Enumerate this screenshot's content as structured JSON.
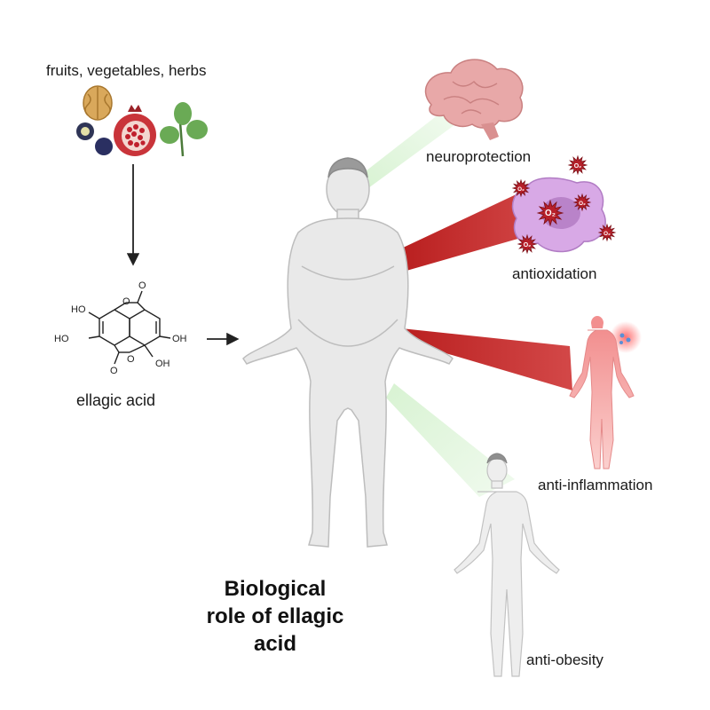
{
  "labels": {
    "sources": "fruits, vegetables, herbs",
    "compound": "ellagic acid",
    "title": "Biological role of ellagic acid"
  },
  "molecule": {
    "groups": [
      "HO",
      "HO",
      "OH",
      "OH",
      "O",
      "O",
      "O",
      "O"
    ]
  },
  "roles": [
    {
      "label": "neuroprotection"
    },
    {
      "label": "antioxidation"
    },
    {
      "label": "anti-inflammation"
    },
    {
      "label": "anti-obesity"
    }
  ],
  "ros_label": "O₂",
  "colors": {
    "beam_green": "#cfeec9",
    "beam_red": "#c62d2d",
    "body_gray": "#e9e9e9",
    "body_outline": "#b9b9b9",
    "inflamed_body": "#f6a7a4",
    "cell_purple": "#d8a9e6",
    "brain_pink": "#e8a8a8"
  }
}
